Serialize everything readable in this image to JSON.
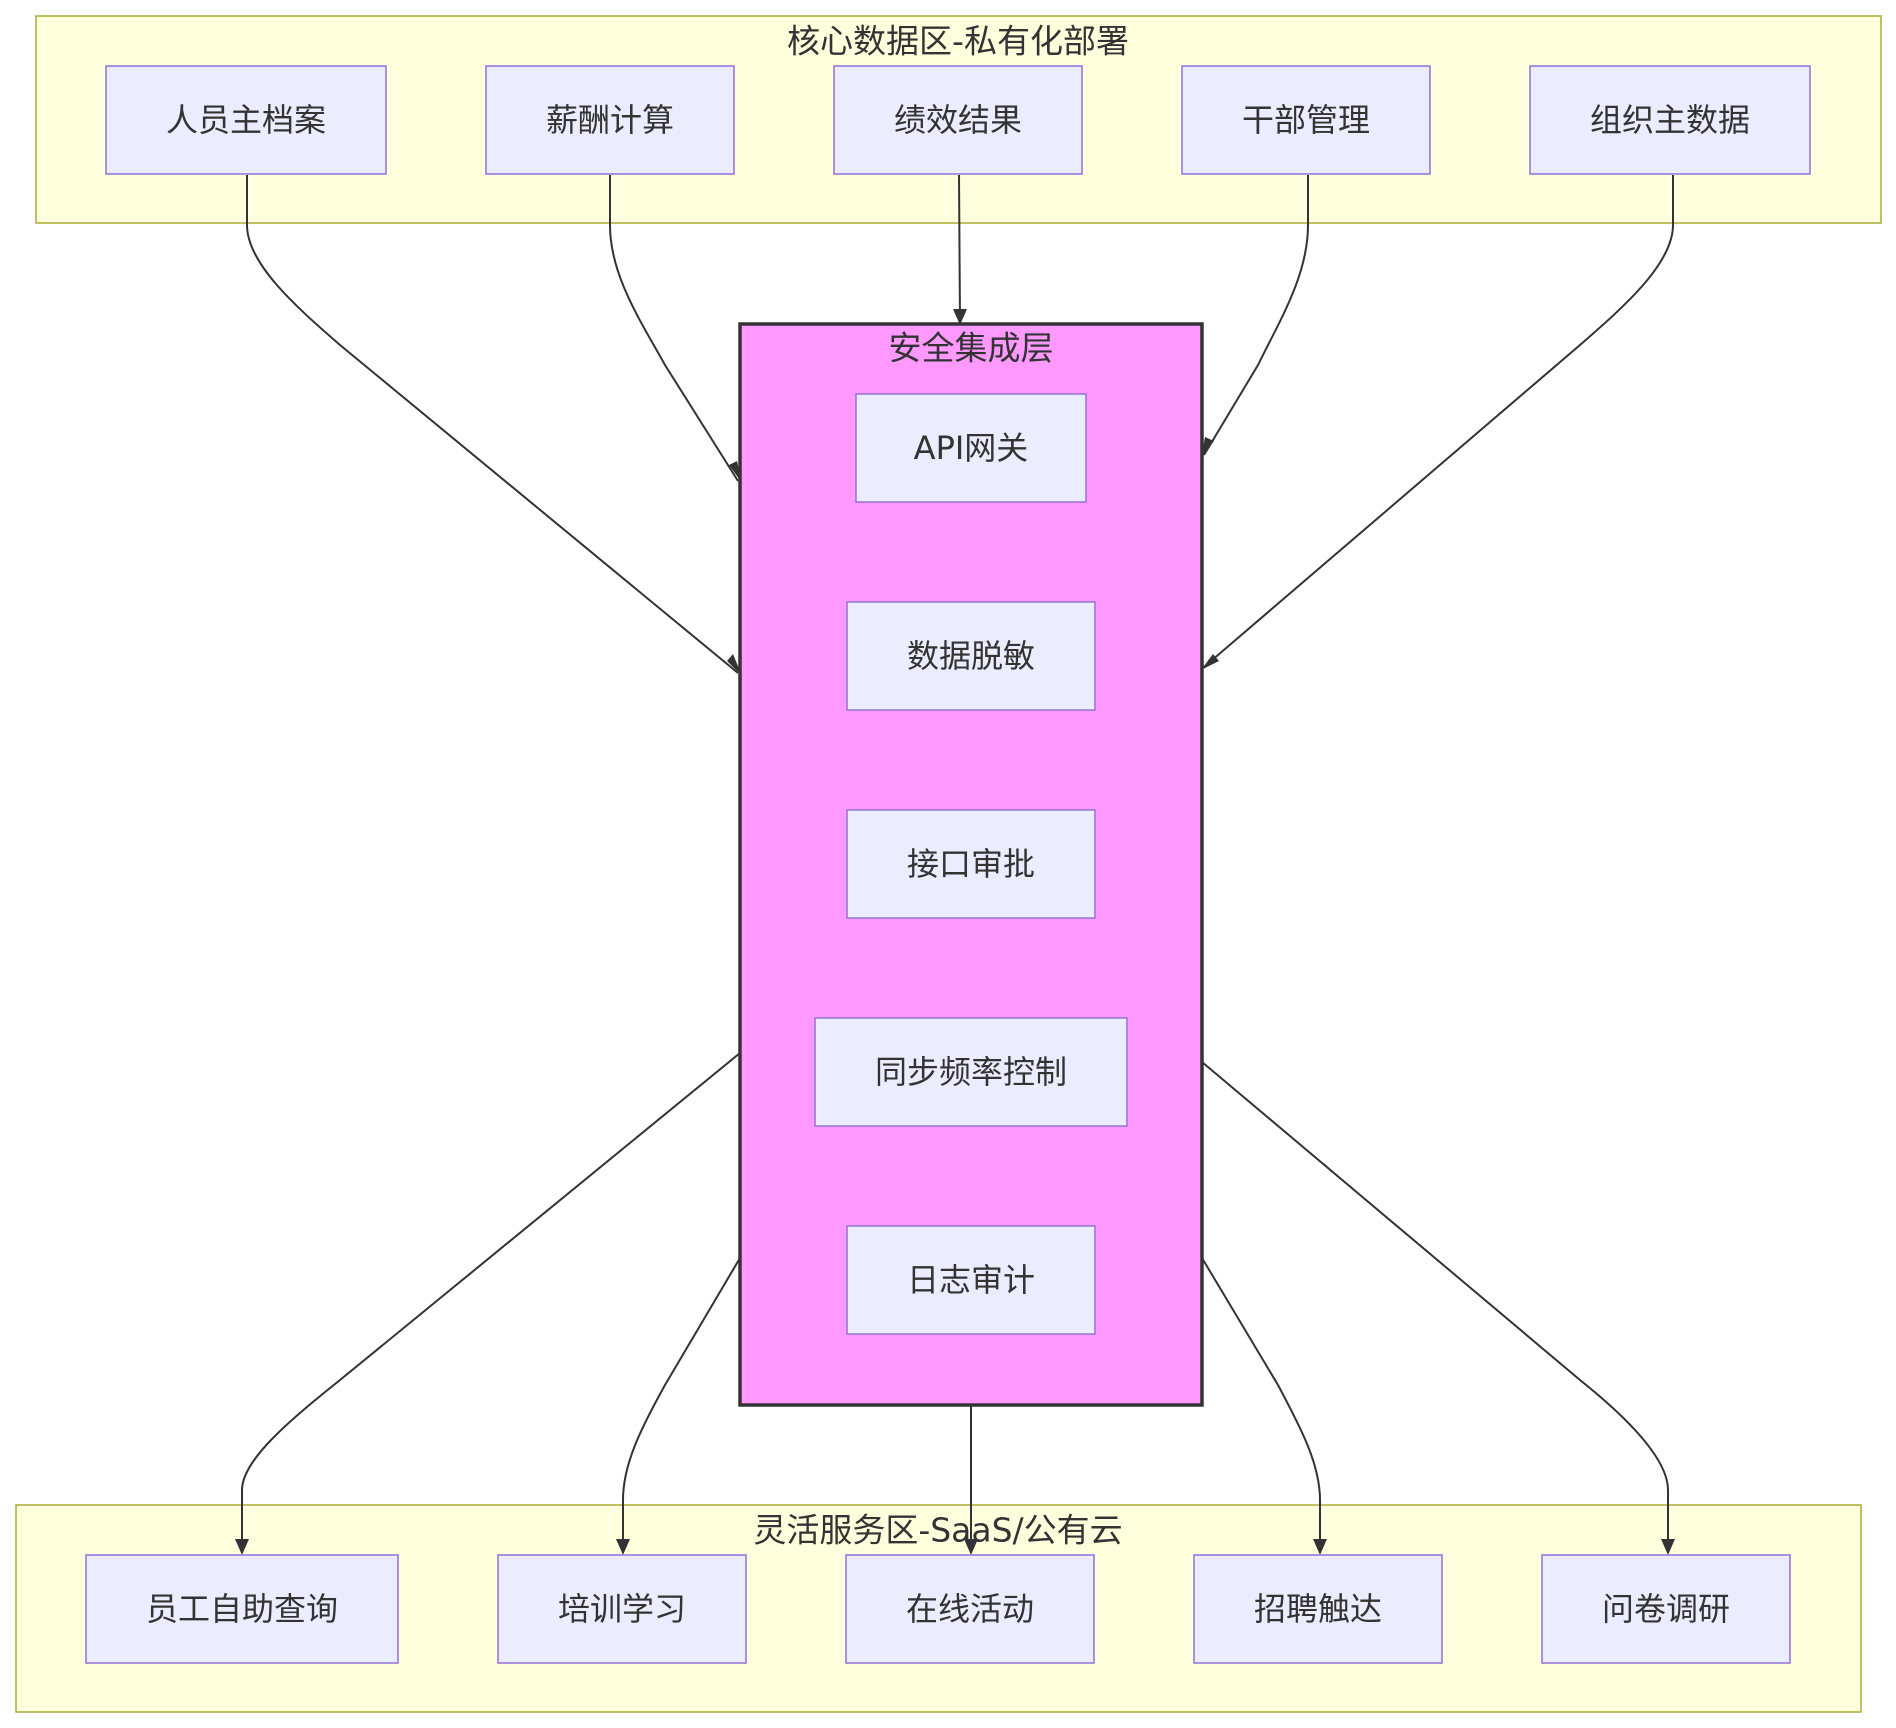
{
  "clusters": {
    "core": {
      "title": "核心数据区-私有化部署"
    },
    "security": {
      "title": "安全集成层"
    },
    "saas": {
      "title": "灵活服务区-SaaS/公有云"
    }
  },
  "core_nodes": [
    "人员主档案",
    "薪酬计算",
    "绩效结果",
    "干部管理",
    "组织主数据"
  ],
  "security_nodes": [
    "API网关",
    "数据脱敏",
    "接口审批",
    "同步频率控制",
    "日志审计"
  ],
  "saas_nodes": [
    "员工自助查询",
    "培训学习",
    "在线活动",
    "招聘触达",
    "问卷调研"
  ],
  "colors": {
    "zone_fill": "#ffffde",
    "zone_stroke": "#aaaa33",
    "security_fill": "#ff99ff",
    "node_fill": "#ececff",
    "node_stroke": "#9370db",
    "edge": "#333333"
  }
}
